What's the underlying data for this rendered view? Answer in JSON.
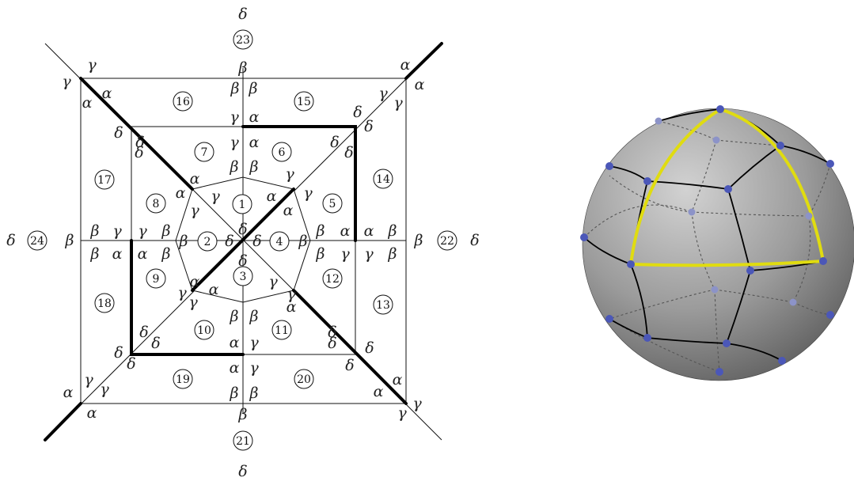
{
  "greek": {
    "alpha": "α",
    "beta": "β",
    "gamma": "γ",
    "delta": "δ"
  },
  "faces": [
    "1",
    "2",
    "3",
    "4",
    "5",
    "6",
    "7",
    "8",
    "9",
    "10",
    "11",
    "12",
    "13",
    "14",
    "15",
    "16",
    "17",
    "18",
    "19",
    "20",
    "21",
    "22",
    "23",
    "24"
  ],
  "colors": {
    "ink": "#111111",
    "sphere_light": "#c4c4c4",
    "sphere_dark": "#5e5e5e",
    "highlight": "#e0dc10",
    "vertex": "#4b57b8",
    "vertex_hidden": "#8c93c8"
  }
}
